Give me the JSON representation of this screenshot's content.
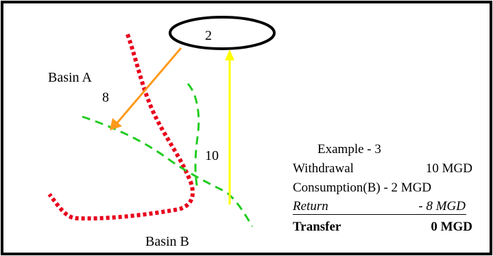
{
  "diagram": {
    "ellipse_label": "2",
    "basin_a_label": "Basin A",
    "basin_b_label": "Basin B",
    "orange_arrow_label": "8",
    "yellow_arrow_label": "10"
  },
  "legend": {
    "title": "Example - 3",
    "rows": [
      {
        "label": "Withdrawal",
        "value": "10 MGD",
        "style": "normal"
      },
      {
        "label": "Consumption(B) - 2 MGD",
        "value": "",
        "style": "normal"
      },
      {
        "label": "Return",
        "value": "- 8 MGD",
        "style": "italic-underline"
      },
      {
        "label": "Transfer",
        "value": "0 MGD",
        "style": "bold"
      }
    ]
  },
  "colors": {
    "border": "#000000",
    "red_divide": "#e8001c",
    "green_stream": "#22cc22",
    "orange_arrow": "#ff9a1a",
    "yellow_arrow": "#ffff00"
  }
}
